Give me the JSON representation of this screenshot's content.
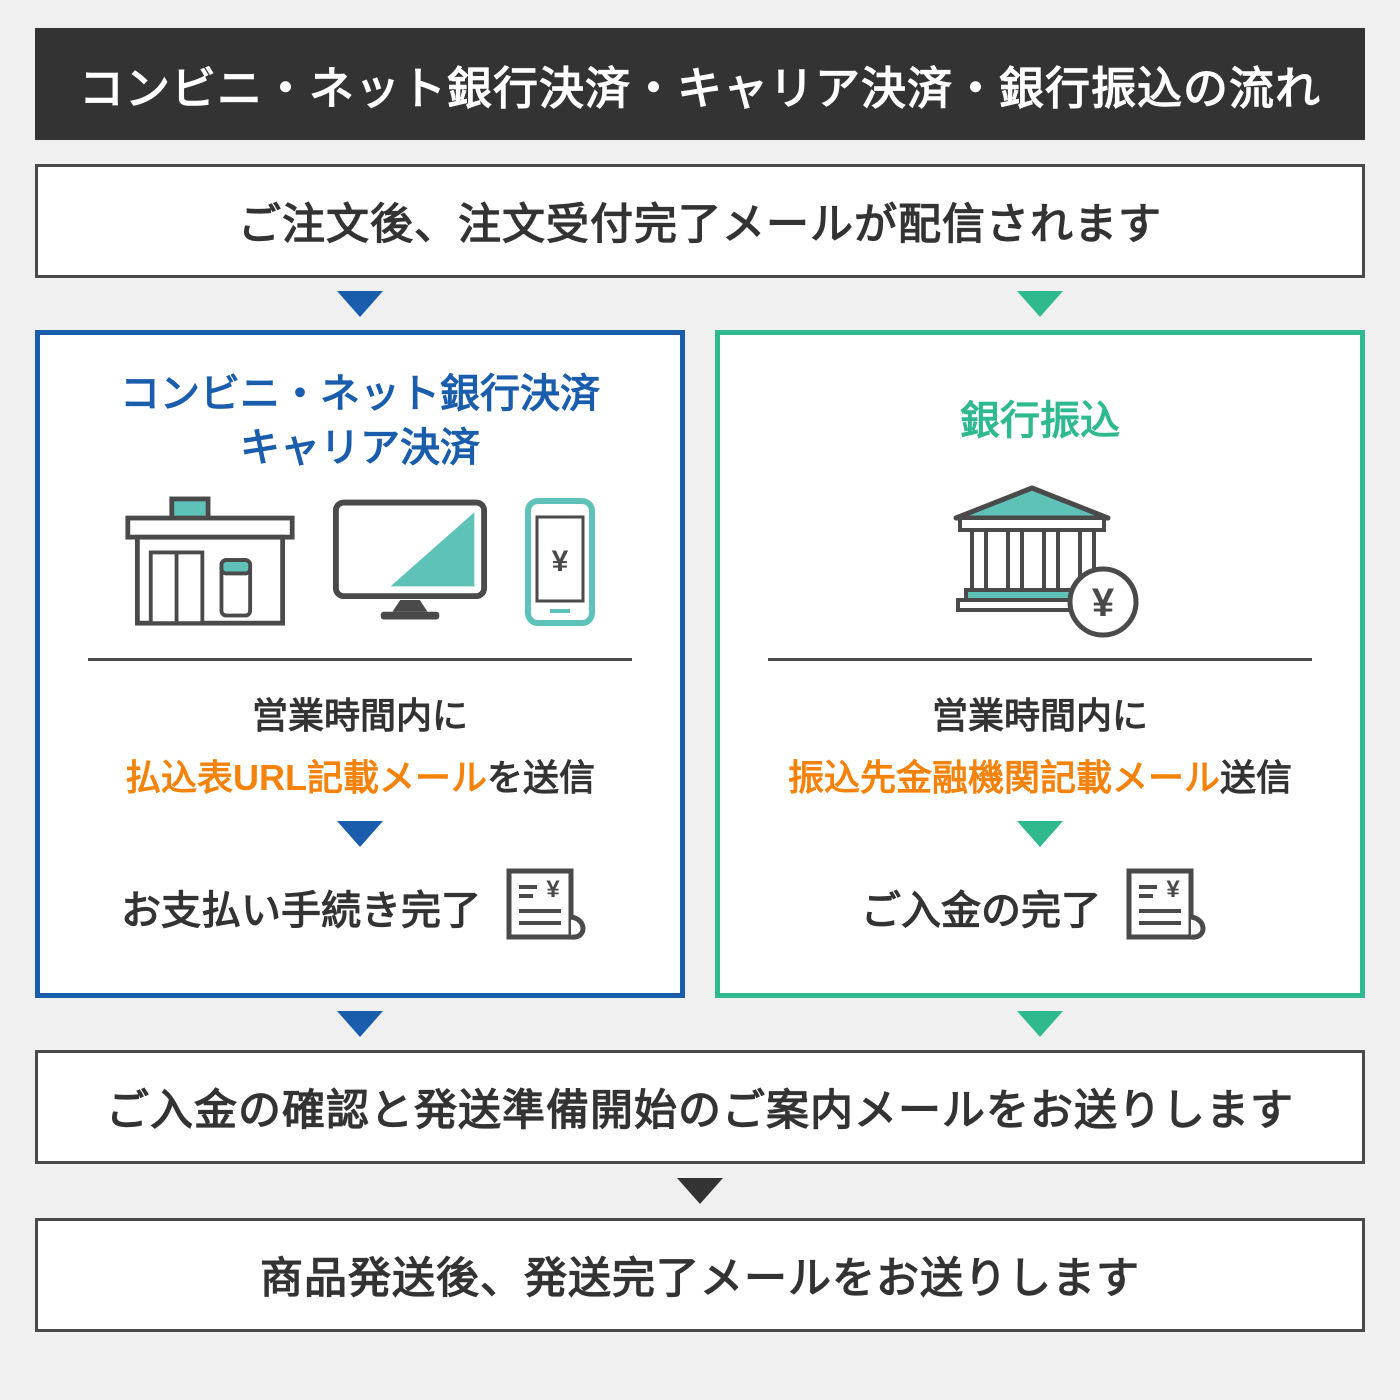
{
  "colors": {
    "header_bg": "#333333",
    "blue": "#1a5dad",
    "green": "#2eb98e",
    "orange": "#f5820a",
    "teal": "#5fc2b8",
    "dark_text": "#333333",
    "background": "#f0f0f0"
  },
  "header": {
    "title": "コンビニ・ネット銀行決済・キャリア決済・銀行振込の流れ"
  },
  "steps": {
    "order": "ご注文後、注文受付完了メールが配信されます",
    "confirm": "ご入金の確認と発送準備開始のご案内メールをお送りします",
    "ship": "商品発送後、発送完了メールをお送りします"
  },
  "left": {
    "title_line1": "コンビニ・ネット銀行決済",
    "title_line2": "キャリア決済",
    "hours": "営業時間内に",
    "mail_highlight": "払込表URL記載メール",
    "mail_suffix": "を送信",
    "done": "お支払い手続き完了"
  },
  "right": {
    "title": "銀行振込",
    "hours": "営業時間内に",
    "mail_highlight": "振込先金融機関記載メール",
    "mail_suffix": "送信",
    "done": "ご入金の完了"
  },
  "icons": {
    "yen": "¥"
  }
}
